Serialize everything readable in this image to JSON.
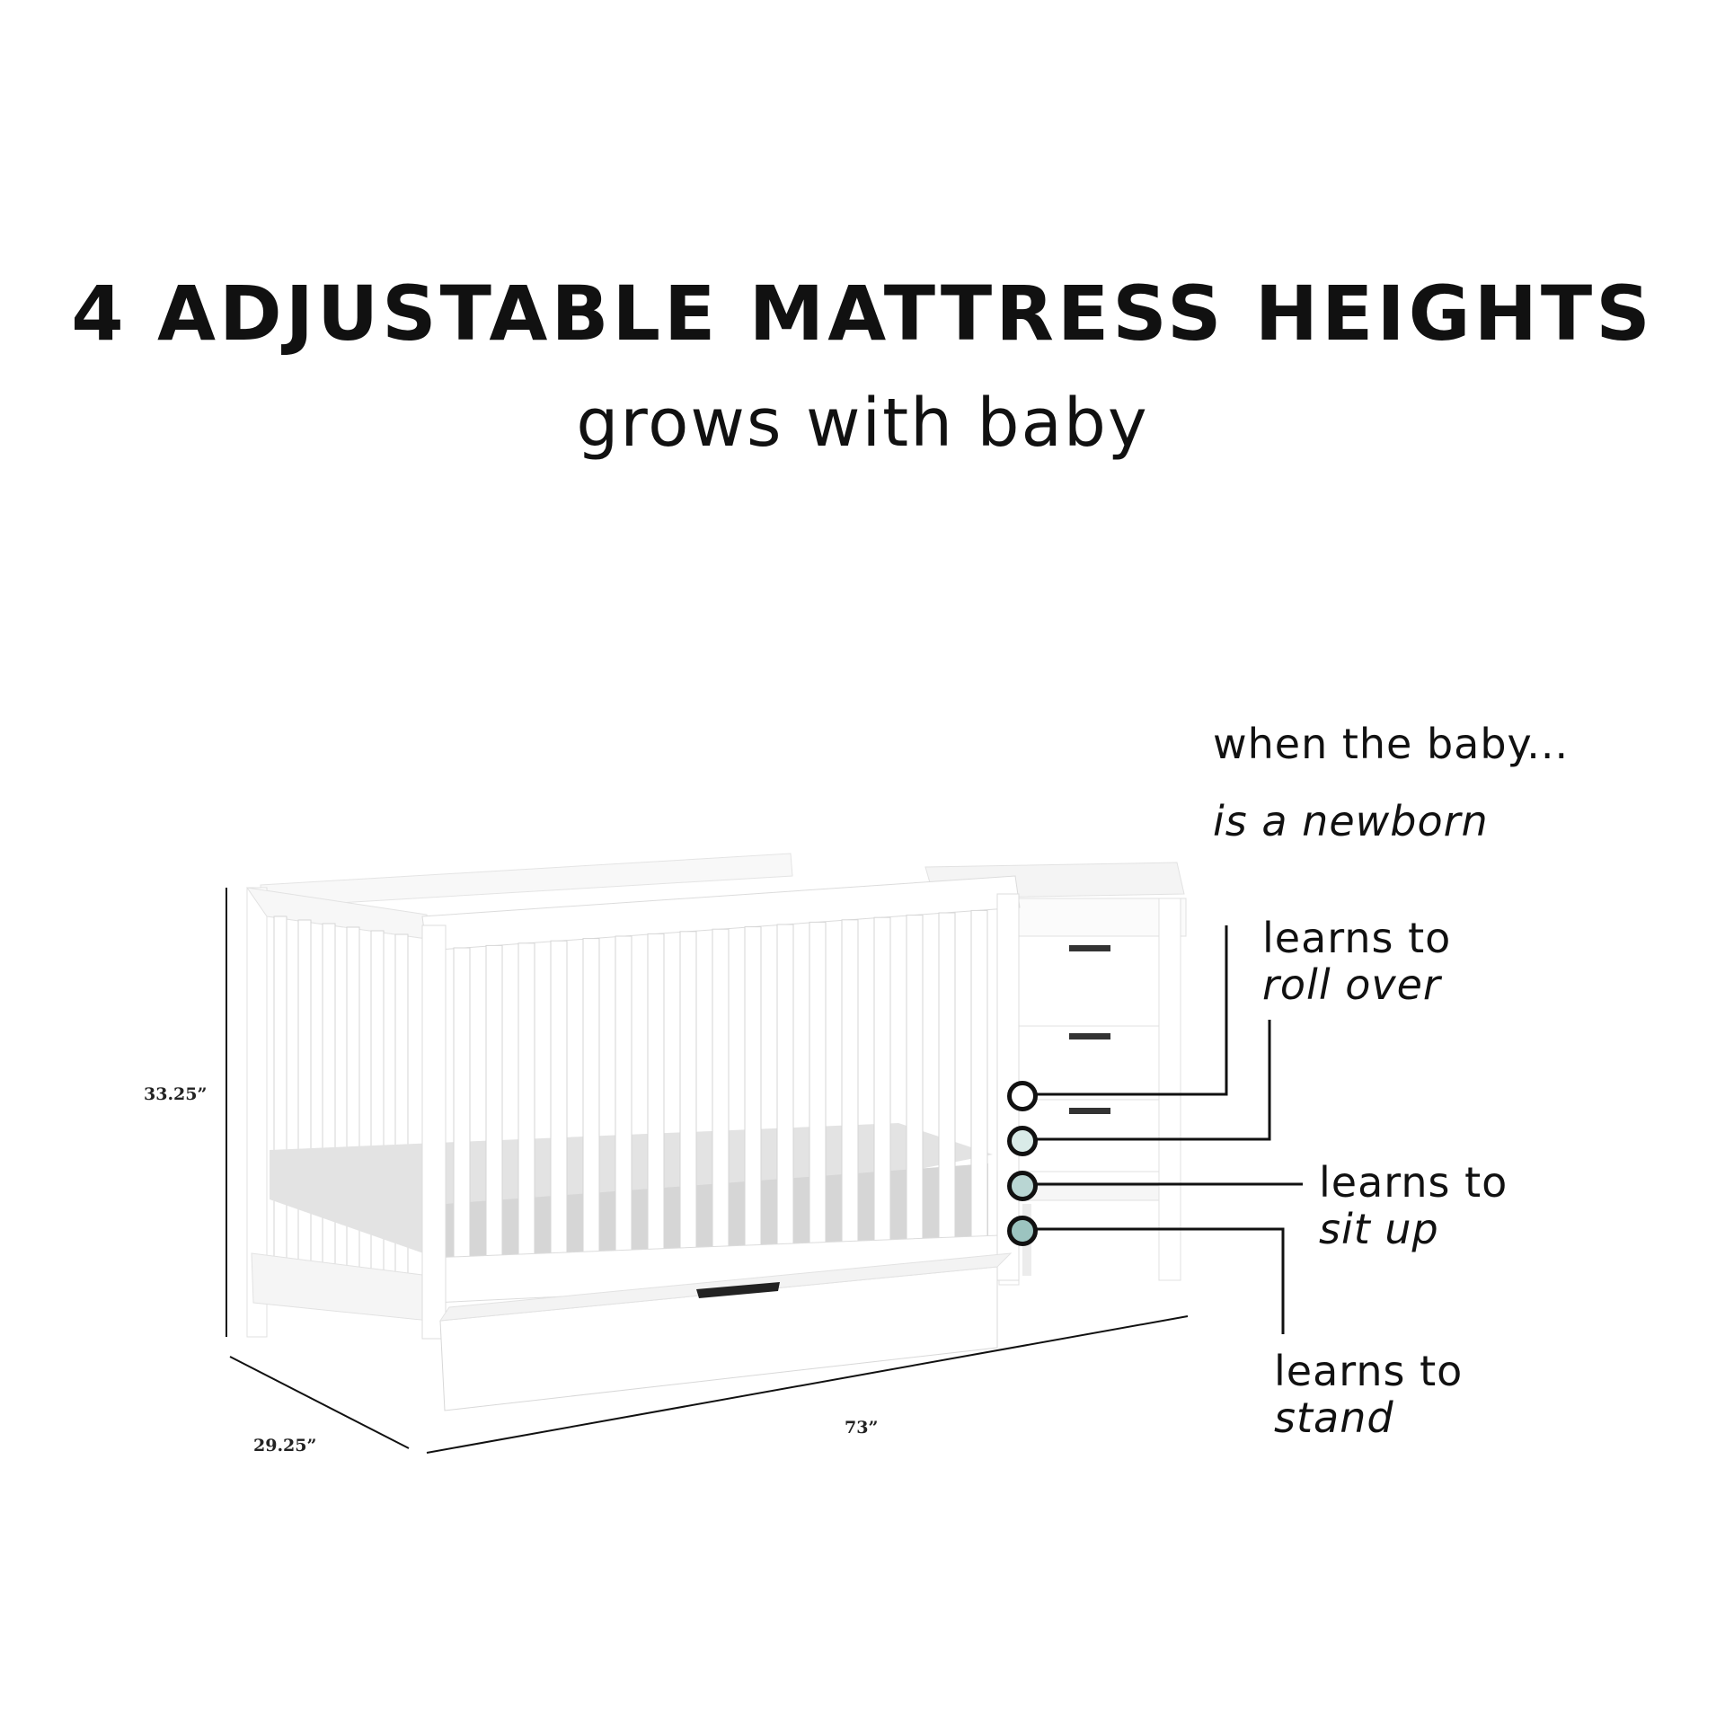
{
  "heading": {
    "title": "4 ADJUSTABLE MATTRESS HEIGHTS",
    "subtitle": "grows with baby"
  },
  "legend": {
    "intro": "when the baby...",
    "stages": [
      {
        "line1": "is a newborn",
        "line2": "",
        "dot_color": "#ffffff"
      },
      {
        "line1": "learns to",
        "line2": "roll over",
        "dot_color": "#d9ebe8"
      },
      {
        "line1": "learns to",
        "line2": "sit up",
        "dot_color": "#b9d6d3"
      },
      {
        "line1": "learns to",
        "line2": "stand",
        "dot_color": "#9cc4c0"
      }
    ]
  },
  "dimensions": {
    "height": "33.25”",
    "depth": "29.25”",
    "width": "73”"
  },
  "colors": {
    "text": "#111111",
    "crib": "#ffffff",
    "crib_shadow": "#dcdcdc",
    "dot_outline": "#111111"
  }
}
